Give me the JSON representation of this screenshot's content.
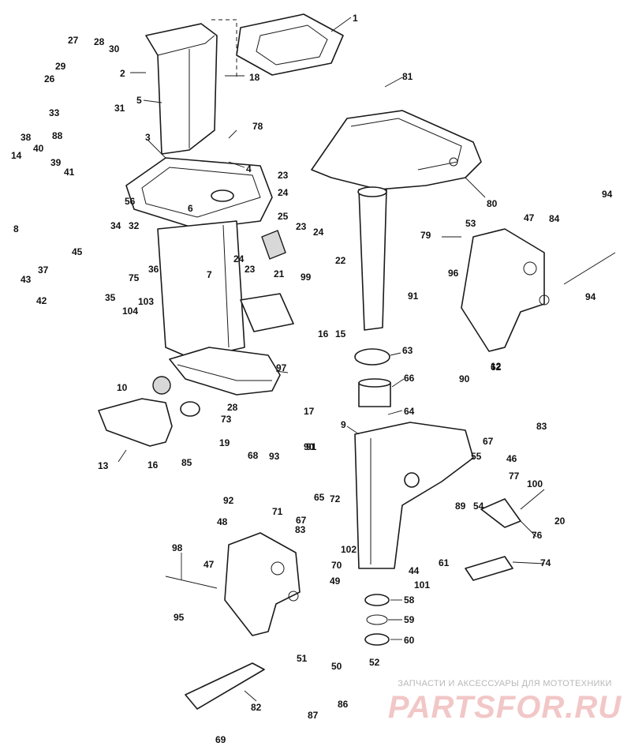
{
  "watermark": {
    "caption": "ЗАПЧАСТИ И АКСЕССУАРЫ ДЛЯ МОТОТЕХНИКИ",
    "logo": "PARTSFOR.RU"
  },
  "colors": {
    "line": "#1a1a1a",
    "watermark_red": "#f2c7c7",
    "watermark_gray": "#b8b8b8"
  },
  "callouts": [
    "1",
    "2",
    "3",
    "4",
    "5",
    "6",
    "7",
    "8",
    "9",
    "10",
    "12",
    "13",
    "14",
    "15",
    "16",
    "16",
    "17",
    "18",
    "19",
    "20",
    "21",
    "22",
    "23",
    "23",
    "23",
    "24",
    "24",
    "24",
    "25",
    "26",
    "27",
    "28",
    "28",
    "29",
    "30",
    "31",
    "32",
    "33",
    "34",
    "35",
    "36",
    "37",
    "38",
    "39",
    "40",
    "41",
    "42",
    "43",
    "44",
    "45",
    "46",
    "47",
    "47",
    "48",
    "49",
    "50",
    "51",
    "52",
    "53",
    "54",
    "55",
    "56",
    "58",
    "59",
    "60",
    "61",
    "62",
    "63",
    "64",
    "65",
    "66",
    "67",
    "67",
    "68",
    "69",
    "70",
    "71",
    "72",
    "73",
    "74",
    "75",
    "76",
    "77",
    "78",
    "79",
    "80",
    "81",
    "82",
    "83",
    "83",
    "84",
    "85",
    "86",
    "87",
    "88",
    "89",
    "90",
    "90",
    "91",
    "91",
    "92",
    "93",
    "94",
    "94",
    "95",
    "96",
    "97",
    "98",
    "99",
    "100",
    "101",
    "102",
    "103",
    "104"
  ]
}
